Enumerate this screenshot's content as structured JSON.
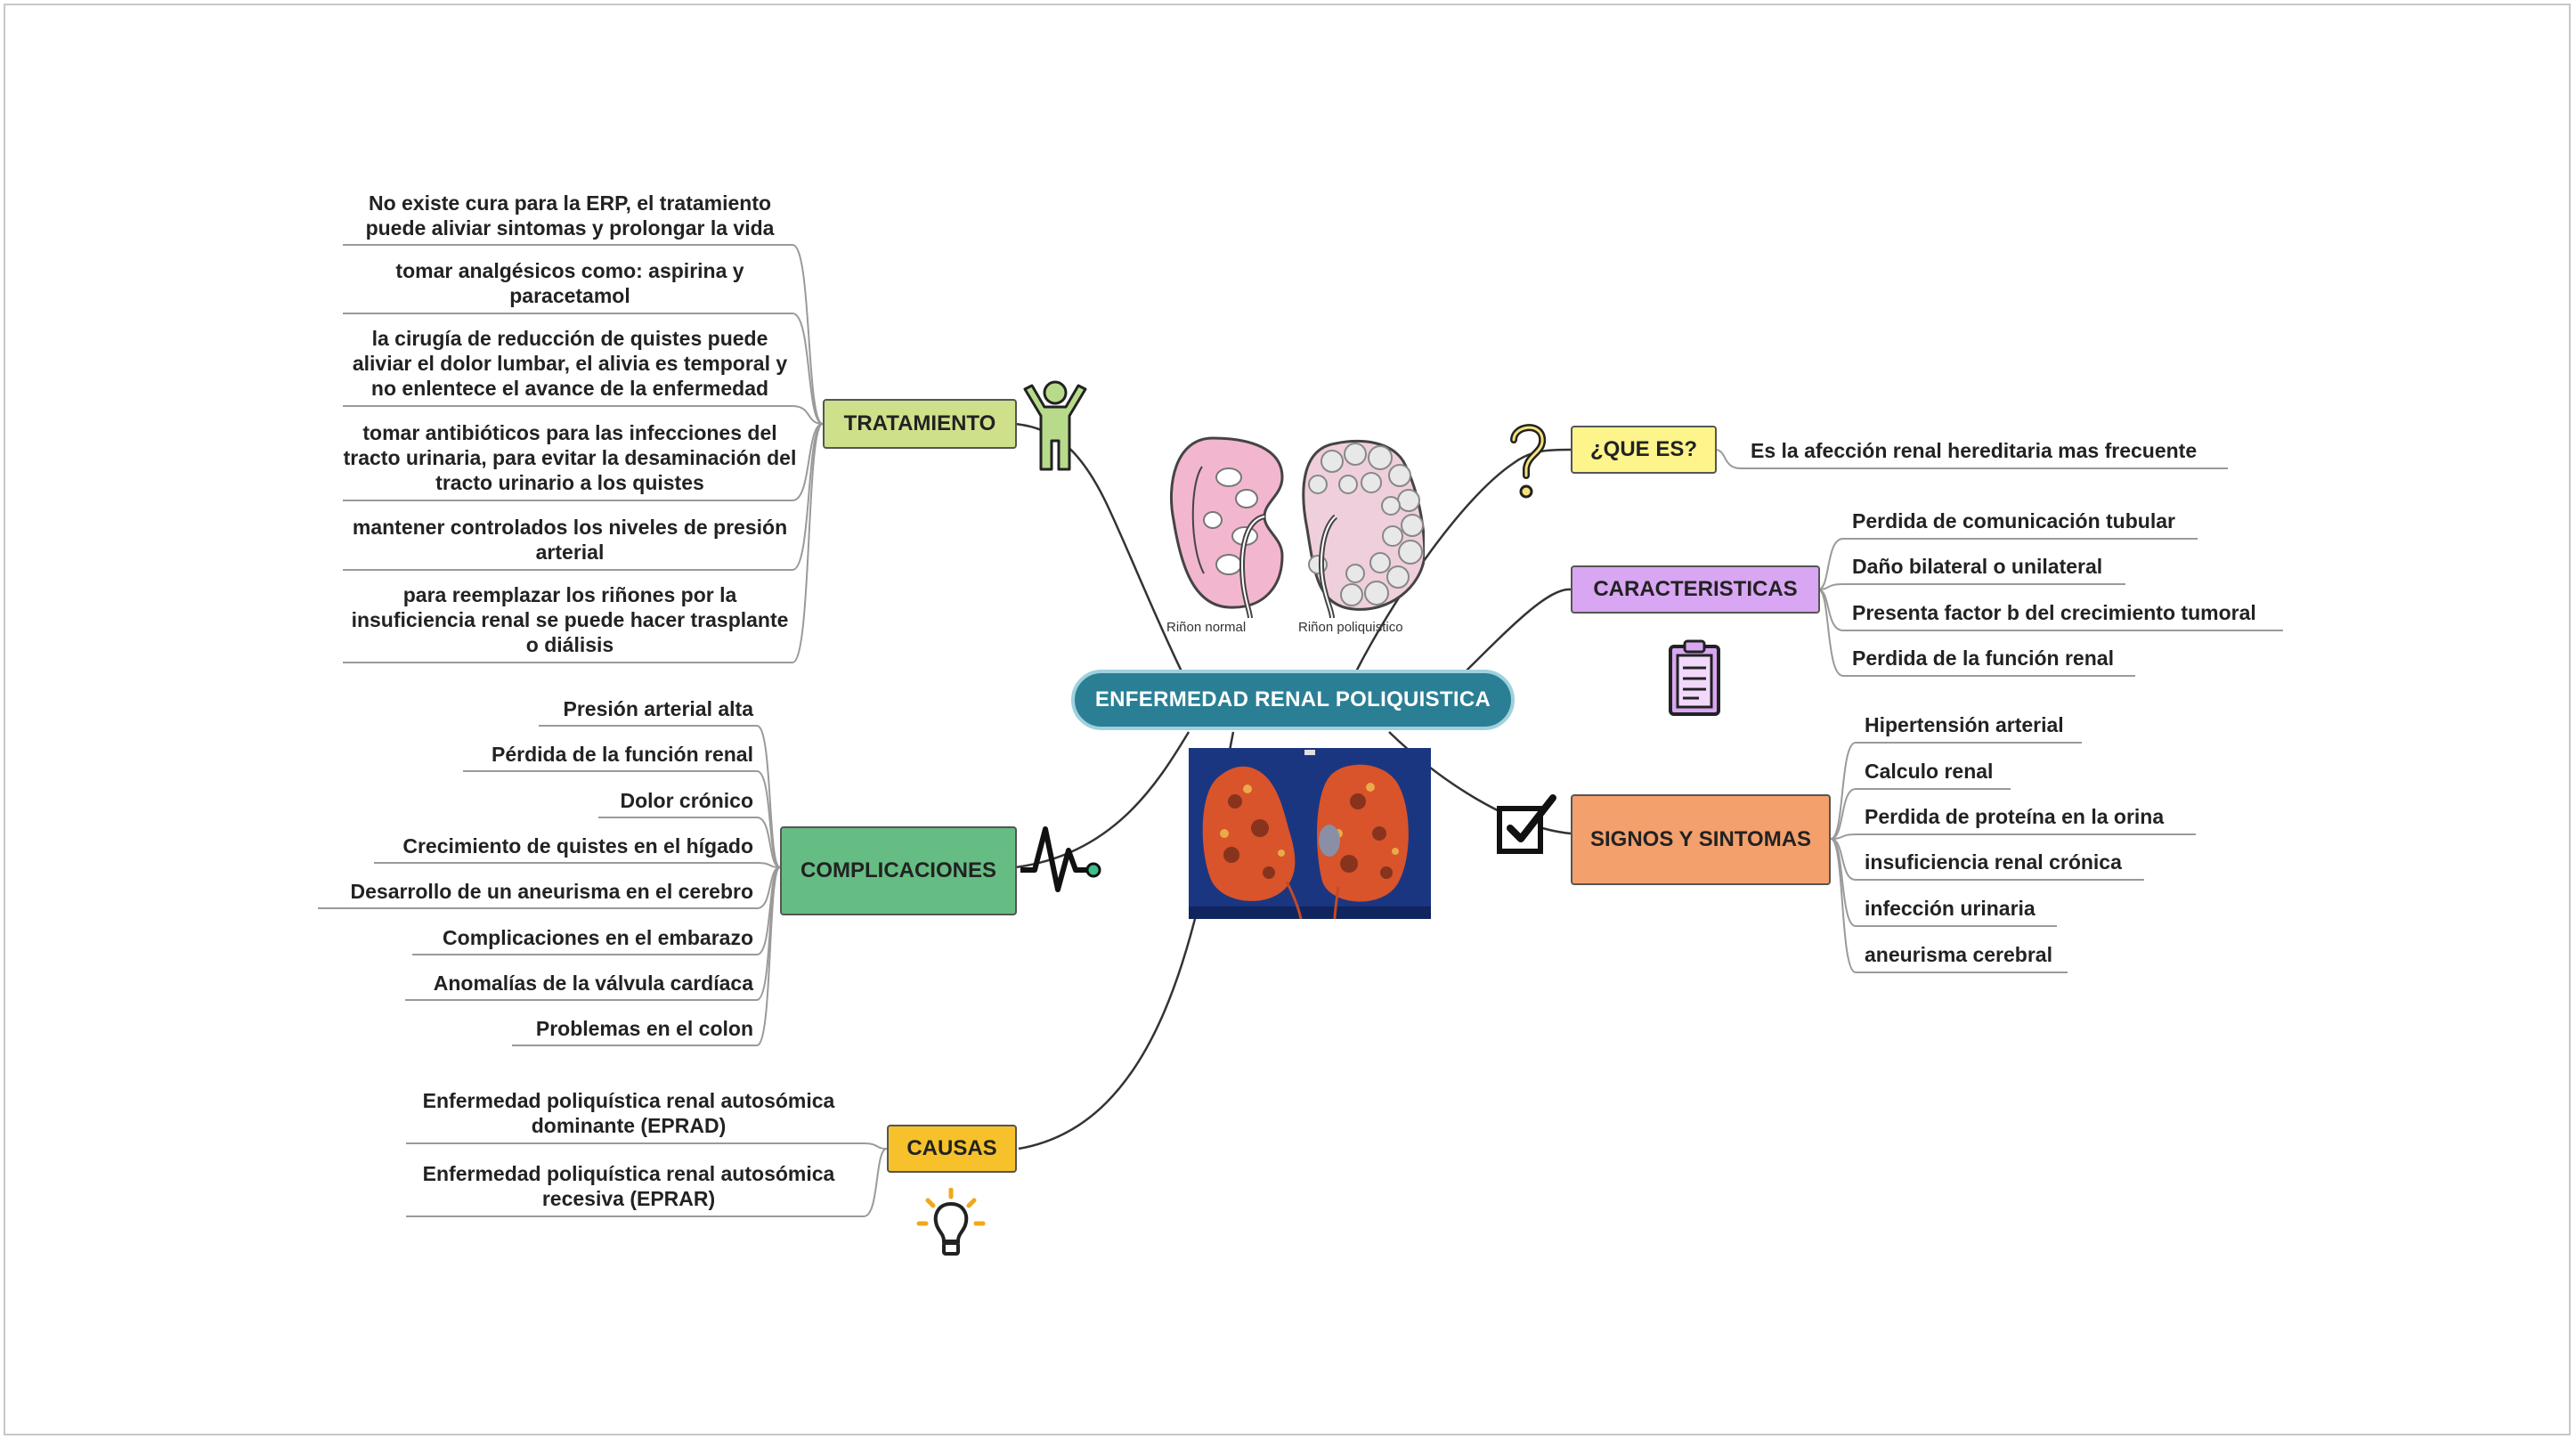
{
  "center": {
    "label": "ENFERMEDAD RENAL POLIQUISTICA",
    "color": "#2b7f95"
  },
  "tratamiento": {
    "label": "TRATAMIENTO",
    "color": "#cfe08a",
    "icon": "person-icon",
    "items": [
      "No existe cura para la ERP, el tratamiento puede aliviar sintomas y prolongar la vida",
      "tomar analgésicos como: aspirina y paracetamol",
      "la cirugía de reducción de quistes puede aliviar el dolor lumbar, el alivia es temporal y no enlentece el avance de la enfermedad",
      "tomar antibióticos para las infecciones del tracto urinaria,  para evitar la desaminación del tracto urinario a los quistes",
      "mantener controlados los niveles de presión arterial",
      "para reemplazar los riñones por la insuficiencia renal se puede hacer trasplante o diálisis"
    ]
  },
  "complicaciones": {
    "label": "COMPLICACIONES",
    "color": "#66bd84",
    "icon": "heartbeat-icon",
    "items": [
      "Presión arterial alta",
      "Pérdida de la función renal",
      "Dolor crónico",
      "Crecimiento de quistes en el hígado",
      "Desarrollo de un aneurisma en el cerebro",
      "Complicaciones en el embarazo",
      "Anomalías de la válvula cardíaca",
      "Problemas en el colon"
    ]
  },
  "causas": {
    "label": "CAUSAS",
    "color": "#f6c12a",
    "icon": "lightbulb-icon",
    "items": [
      "Enfermedad poliquística renal autosómica dominante (EPRAD)",
      "Enfermedad poliquística renal autosómica recesiva (EPRAR)"
    ]
  },
  "que_es": {
    "label": "¿QUE ES?",
    "color": "#fdf48c",
    "icon": "question-icon",
    "items": [
      "Es la afección renal hereditaria mas frecuente"
    ]
  },
  "caracteristicas": {
    "label": "CARACTERISTICAS",
    "color": "#d8a6f2",
    "icon": "clipboard-icon",
    "items": [
      "Perdida de comunicación tubular",
      "Daño bilateral o unilateral",
      "Presenta factor b del crecimiento tumoral",
      "Perdida de la función renal"
    ]
  },
  "signos": {
    "label": "SIGNOS Y SINTOMAS",
    "color": "#f3a06d",
    "icon": "checkbox-icon",
    "items": [
      "Hipertensión arterial",
      "Calculo renal",
      "Perdida de proteína en la orina",
      "insuficiencia renal crónica",
      "infección urinaria",
      "aneurisma cerebral"
    ]
  },
  "kidney_illustration": {
    "caption_normal": "Riñon normal",
    "caption_poly": "Riñon poliquistico"
  },
  "line_color": "#333333"
}
